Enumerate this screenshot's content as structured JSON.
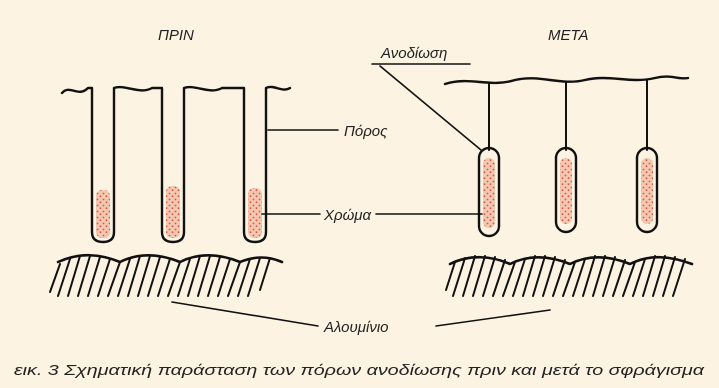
{
  "labels": {
    "before": "ΠΡΙΝ",
    "after": "ΜΕΤΑ",
    "anodization": "Ανοδίωση",
    "pore": "Πόρος",
    "dye": "Χρώμα",
    "aluminium": "Αλουμίνιο"
  },
  "caption": "εικ. 3 Σχηματική παράσταση των πόρων ανοδίωσης πριν και μετά το σφράγισμα",
  "colors": {
    "background": "#FCF3E2",
    "dye_fill": "#F0B89A",
    "dye_dots": "#D9534F",
    "ink": "#111111"
  }
}
